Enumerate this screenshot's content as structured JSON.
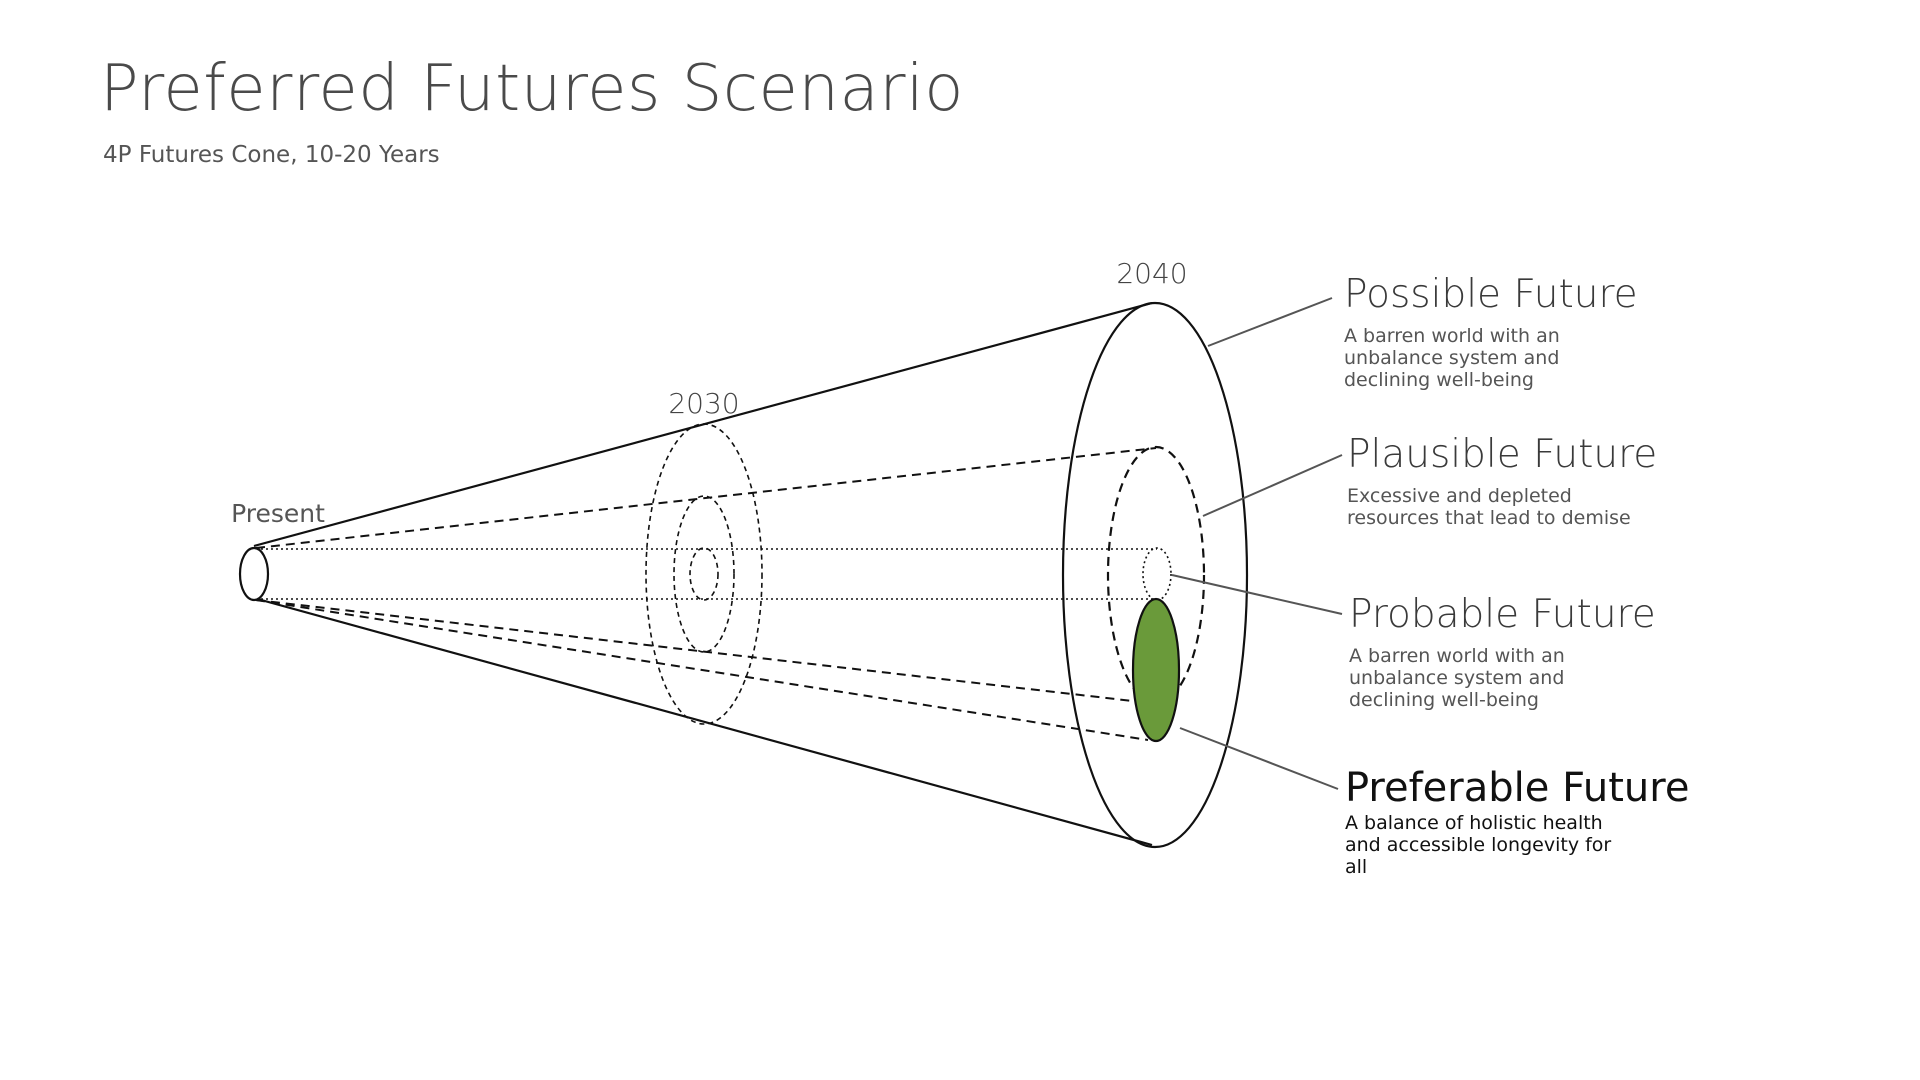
{
  "title": "Preferred Futures Scenario",
  "subtitle": "4P Futures Cone, 10-20 Years",
  "timeline": {
    "present": "Present",
    "mid": "2030",
    "end": "2040"
  },
  "futures": [
    {
      "name": "Possible Future",
      "description": "A barren world with an unbalance system and declining well-being"
    },
    {
      "name": "Plausible Future",
      "description": "Excessive and depleted resources that lead to demise"
    },
    {
      "name": "Probable Future",
      "description": "A barren world with an unbalance system and declining well-being"
    },
    {
      "name": "Preferable Future",
      "description": "A balance of holistic health and accessible longevity for all"
    }
  ],
  "colors": {
    "preferable_fill": "#6a9a3a",
    "stroke": "#111111"
  }
}
